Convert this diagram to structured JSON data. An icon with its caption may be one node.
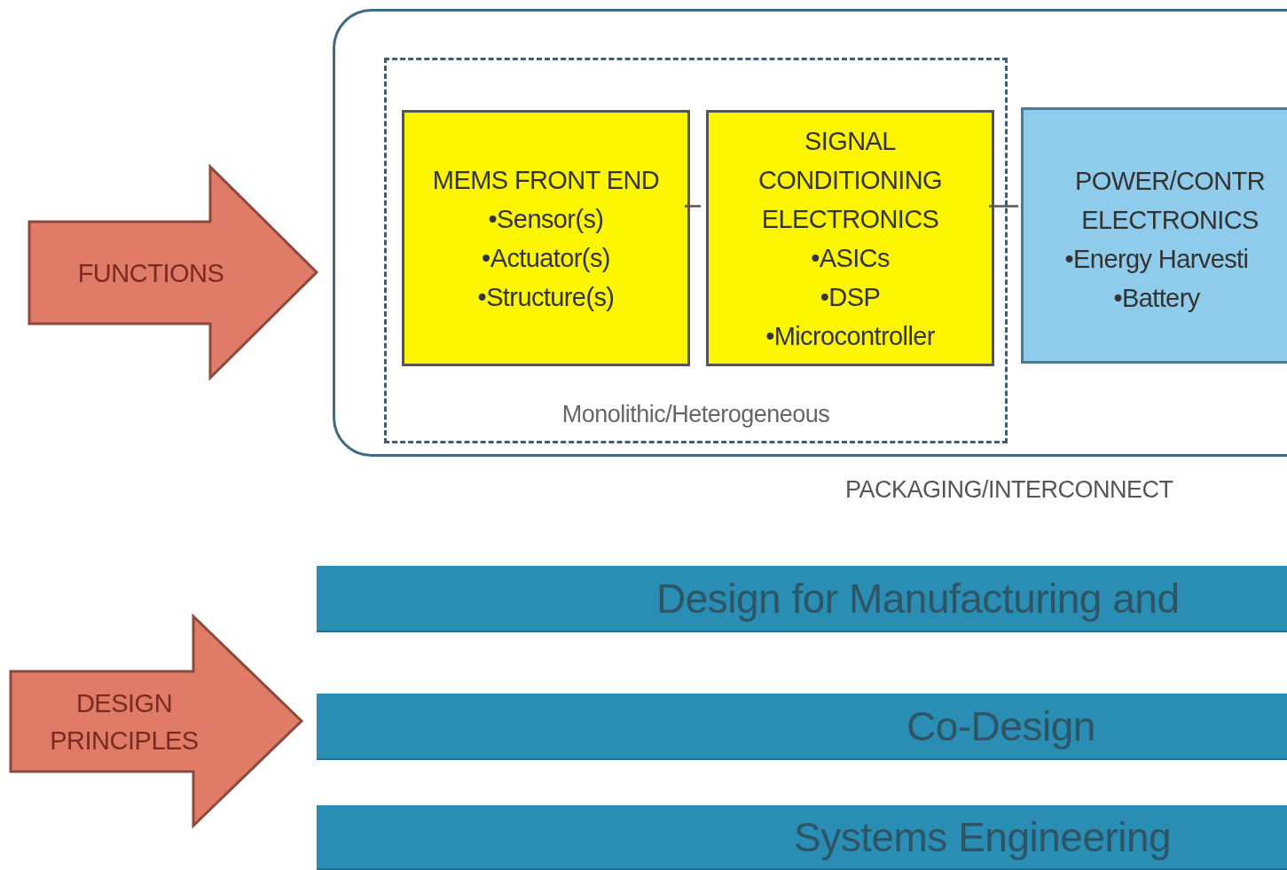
{
  "diagram": {
    "nodes": [
      {
        "text": [
          "FUNCTIONS"
        ]
      },
      {
        "text": [
          "PACKAGING/INTERCONNECT"
        ]
      },
      {
        "text": [
          "Monolithic/Heterogeneous"
        ],
        "in": 1
      },
      {
        "text": [
          "MEMS FRONT END",
          "•Sensor(s)",
          "•Actuator(s)",
          "•Structure(s)"
        ],
        "in": 2
      },
      {
        "text": [
          "SIGNAL CONDITIONING ELECTRONICS",
          "•ASICs",
          "•DSP",
          "•Microcontroller"
        ],
        "in": 2
      },
      {
        "text": [
          "POWER/CONTR ELECTRONICS",
          "•Energy Harvesti",
          "•Battery"
        ],
        "in": 1
      },
      {
        "text": [
          "DESIGN PRINCIPLES"
        ]
      },
      {
        "text": [
          "Design for Manufacturing and"
        ]
      },
      {
        "text": [
          "Co-Design"
        ]
      },
      {
        "text": [
          "Systems Engineering"
        ]
      }
    ],
    "edges": [
      {
        "from": 3,
        "to": 4,
        "arrow": "none"
      },
      {
        "from": 4,
        "to": 5,
        "arrow": "none"
      }
    ]
  }
}
